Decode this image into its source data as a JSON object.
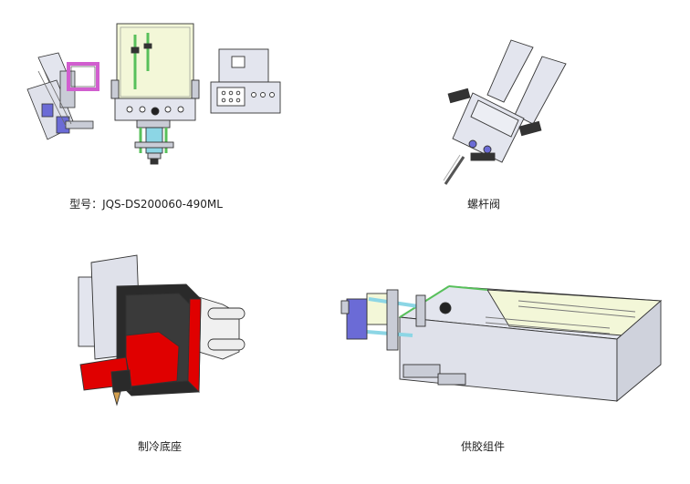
{
  "captions": {
    "machine": "型号：JQS-DS200060-490ML",
    "screw_valve": "螺杆阀",
    "cooling_base": "制冷底座",
    "glue_supply": "供胶组件"
  },
  "colors": {
    "panel": "#e3e5ee",
    "frame": "#c9ccd6",
    "stroke": "#333333",
    "yellow": "#f3f7d8",
    "purple": "#6b6bd6",
    "magenta": "#d15ecf",
    "green": "#58c05b",
    "cyan": "#8cd6e5",
    "red": "#e00000",
    "dark": "#2a2a2a",
    "brass": "#d3a050"
  }
}
